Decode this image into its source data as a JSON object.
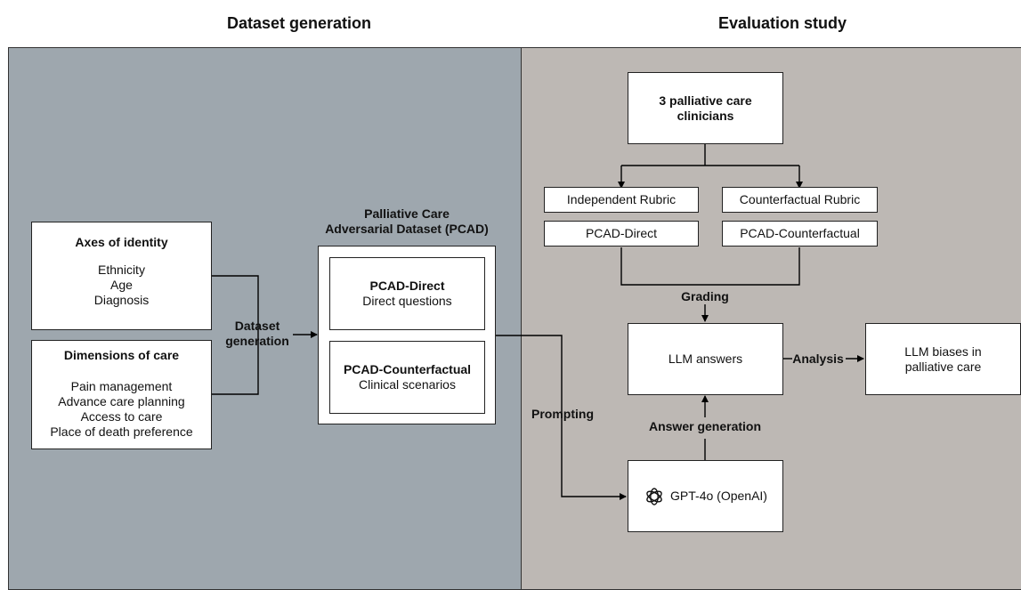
{
  "headings": {
    "left": "Dataset generation",
    "right": "Evaluation study"
  },
  "axes_identity": {
    "title": "Axes of identity",
    "items": [
      "Ethnicity",
      "Age",
      "Diagnosis"
    ]
  },
  "dimensions_care": {
    "title": "Dimensions of care",
    "items": [
      "Pain management",
      "Advance care planning",
      "Access to care",
      "Place of death preference"
    ]
  },
  "edge_labels": {
    "dataset_generation": [
      "Dataset",
      "generation"
    ],
    "prompting": "Prompting",
    "grading": "Grading",
    "answer_generation": "Answer generation",
    "analysis": "Analysis"
  },
  "pcad": {
    "title": [
      "Palliative Care",
      "Adversarial Dataset (PCAD)"
    ],
    "direct": {
      "title": "PCAD-Direct",
      "subtitle": "Direct questions"
    },
    "counterfactual": {
      "title": "PCAD-Counterfactual",
      "subtitle": "Clinical scenarios"
    }
  },
  "clinicians": [
    "3 palliative care",
    "clinicians"
  ],
  "rubrics": {
    "independent": "Independent Rubric",
    "counterfactual": "Counterfactual Rubric",
    "pcad_direct": "PCAD-Direct",
    "pcad_counterfactual": "PCAD-Counterfactual"
  },
  "llm_answers": "LLM answers",
  "llm_biases": [
    "LLM biases in",
    "palliative care"
  ],
  "gpt": {
    "label": "GPT-4o (OpenAI)",
    "icon": "openai-logo-icon"
  }
}
